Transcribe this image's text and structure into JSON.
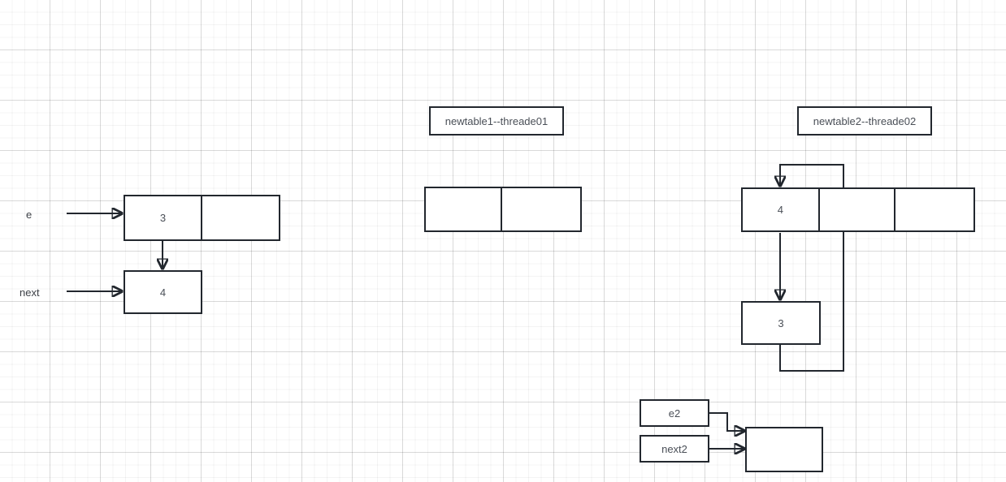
{
  "diagram": {
    "title": "HashMap resize concurrency diagram",
    "background": "#ffffff",
    "stroke_color": "#22272e",
    "text_color": "#4a4f57",
    "labels": {
      "e": "e",
      "next": "next",
      "e2": "e2",
      "next2": "next2",
      "newtable1": "newtable1--threade01",
      "newtable2": "newtable2--threade02"
    },
    "left_group": {
      "node_head_value": "3",
      "node_head_empty": "",
      "node_next_value": "4"
    },
    "middle_group": {
      "table_cells": [
        "",
        ""
      ]
    },
    "right_group": {
      "table_cells": [
        "4",
        "",
        "",
        ""
      ],
      "node_value": "3",
      "empty_node": ""
    }
  }
}
